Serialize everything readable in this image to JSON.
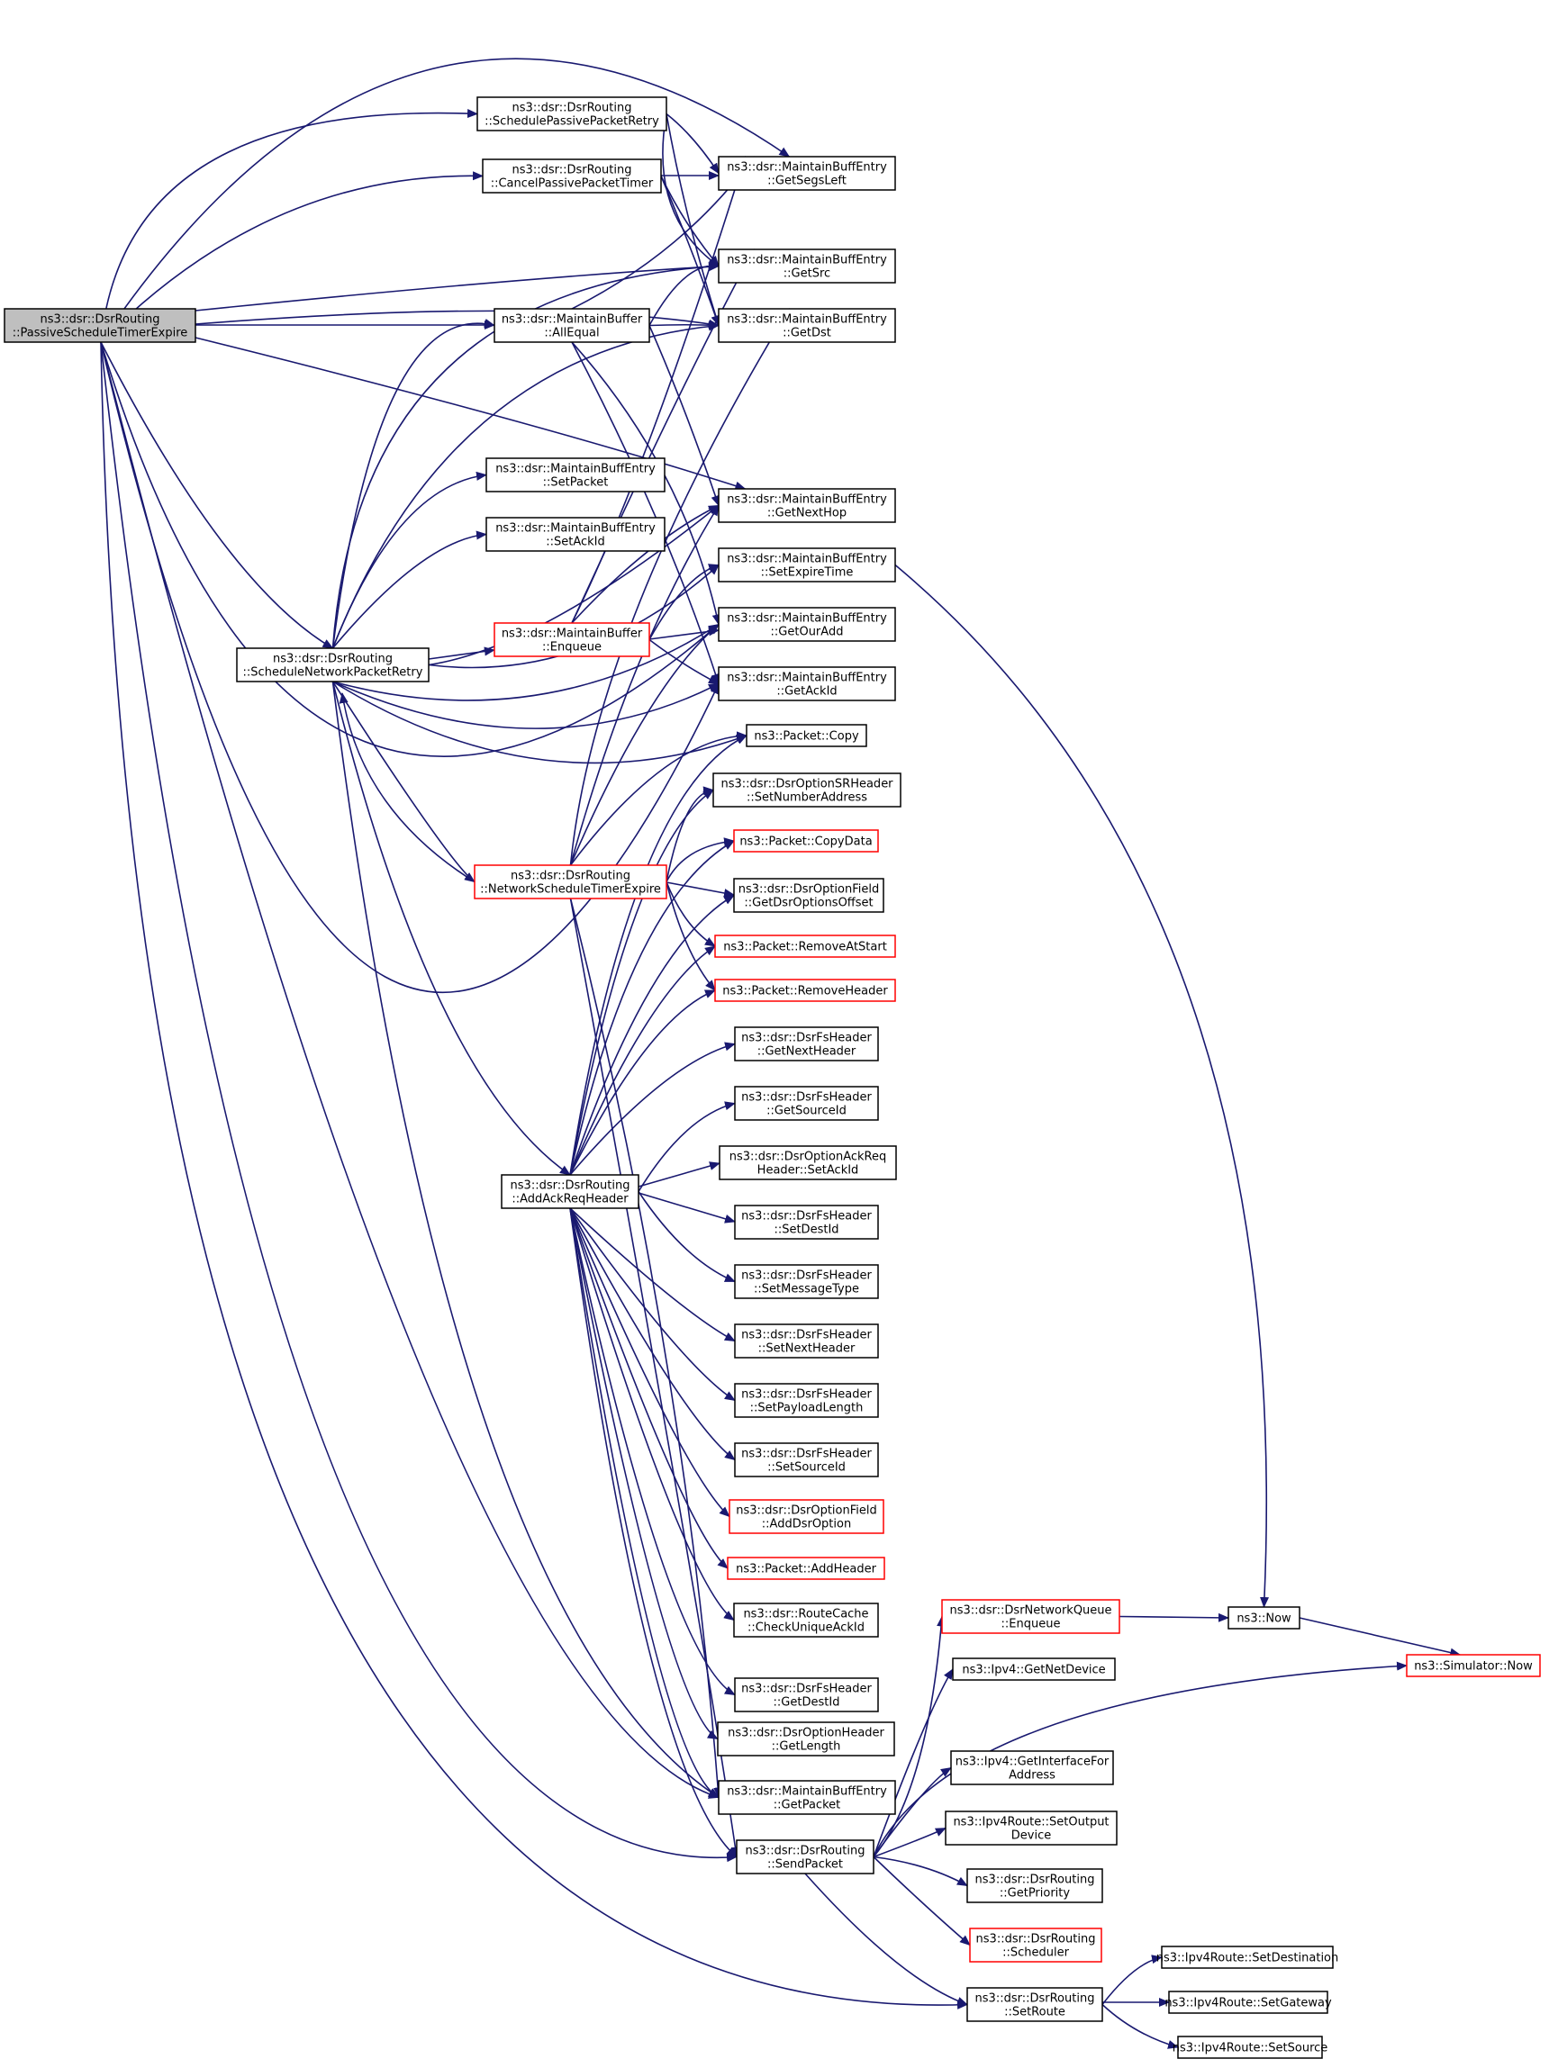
{
  "colors": {
    "edge": "#191970",
    "border": "#000000",
    "border_truncated": "#ff0000",
    "root_fill": "#bfbfbf"
  },
  "nodes": [
    {
      "id": "passive",
      "lines": [
        "ns3::dsr::DsrRouting",
        "::PassiveScheduleTimerExpire"
      ],
      "style": "root"
    },
    {
      "id": "schedPassive",
      "lines": [
        "ns3::dsr::DsrRouting",
        "::SchedulePassivePacketRetry"
      ]
    },
    {
      "id": "cancelPassive",
      "lines": [
        "ns3::dsr::DsrRouting",
        "::CancelPassivePacketTimer"
      ]
    },
    {
      "id": "getSegsLeft",
      "lines": [
        "ns3::dsr::MaintainBuffEntry",
        "::GetSegsLeft"
      ]
    },
    {
      "id": "getSrc",
      "lines": [
        "ns3::dsr::MaintainBuffEntry",
        "::GetSrc"
      ]
    },
    {
      "id": "allEqual",
      "lines": [
        "ns3::dsr::MaintainBuffer",
        "::AllEqual"
      ]
    },
    {
      "id": "getDst",
      "lines": [
        "ns3::dsr::MaintainBuffEntry",
        "::GetDst"
      ]
    },
    {
      "id": "setPacket",
      "lines": [
        "ns3::dsr::MaintainBuffEntry",
        "::SetPacket"
      ]
    },
    {
      "id": "getNextHop",
      "lines": [
        "ns3::dsr::MaintainBuffEntry",
        "::GetNextHop"
      ]
    },
    {
      "id": "setAckIdE",
      "lines": [
        "ns3::dsr::MaintainBuffEntry",
        "::SetAckId"
      ]
    },
    {
      "id": "setExpire",
      "lines": [
        "ns3::dsr::MaintainBuffEntry",
        "::SetExpireTime"
      ]
    },
    {
      "id": "enqueue",
      "lines": [
        "ns3::dsr::MaintainBuffer",
        "::Enqueue"
      ],
      "style": "red"
    },
    {
      "id": "getOurAdd",
      "lines": [
        "ns3::dsr::MaintainBuffEntry",
        "::GetOurAdd"
      ]
    },
    {
      "id": "schedNet",
      "lines": [
        "ns3::dsr::DsrRouting",
        "::ScheduleNetworkPacketRetry"
      ]
    },
    {
      "id": "getAckId",
      "lines": [
        "ns3::dsr::MaintainBuffEntry",
        "::GetAckId"
      ]
    },
    {
      "id": "copy",
      "lines": [
        "ns3::Packet::Copy"
      ]
    },
    {
      "id": "setNumAddr",
      "lines": [
        "ns3::dsr::DsrOptionSRHeader",
        "::SetNumberAddress"
      ]
    },
    {
      "id": "copyData",
      "lines": [
        "ns3::Packet::CopyData"
      ],
      "style": "red"
    },
    {
      "id": "netSched",
      "lines": [
        "ns3::dsr::DsrRouting",
        "::NetworkScheduleTimerExpire"
      ],
      "style": "red"
    },
    {
      "id": "getDsrOff",
      "lines": [
        "ns3::dsr::DsrOptionField",
        "::GetDsrOptionsOffset"
      ]
    },
    {
      "id": "removeAtStart",
      "lines": [
        "ns3::Packet::RemoveAtStart"
      ],
      "style": "red"
    },
    {
      "id": "removeHeader",
      "lines": [
        "ns3::Packet::RemoveHeader"
      ],
      "style": "red"
    },
    {
      "id": "getNextHeader",
      "lines": [
        "ns3::dsr::DsrFsHeader",
        "::GetNextHeader"
      ]
    },
    {
      "id": "getSourceId",
      "lines": [
        "ns3::dsr::DsrFsHeader",
        "::GetSourceId"
      ]
    },
    {
      "id": "addAckReq",
      "lines": [
        "ns3::dsr::DsrRouting",
        "::AddAckReqHeader"
      ]
    },
    {
      "id": "setAckIdReq",
      "lines": [
        "ns3::dsr::DsrOptionAckReq",
        "Header::SetAckId"
      ]
    },
    {
      "id": "setDestId",
      "lines": [
        "ns3::dsr::DsrFsHeader",
        "::SetDestId"
      ]
    },
    {
      "id": "setMsgType",
      "lines": [
        "ns3::dsr::DsrFsHeader",
        "::SetMessageType"
      ]
    },
    {
      "id": "setNextHeader",
      "lines": [
        "ns3::dsr::DsrFsHeader",
        "::SetNextHeader"
      ]
    },
    {
      "id": "setPayload",
      "lines": [
        "ns3::dsr::DsrFsHeader",
        "::SetPayloadLength"
      ]
    },
    {
      "id": "setSourceId",
      "lines": [
        "ns3::dsr::DsrFsHeader",
        "::SetSourceId"
      ]
    },
    {
      "id": "addDsrOpt",
      "lines": [
        "ns3::dsr::DsrOptionField",
        "::AddDsrOption"
      ],
      "style": "red"
    },
    {
      "id": "addHeader",
      "lines": [
        "ns3::Packet::AddHeader"
      ],
      "style": "red"
    },
    {
      "id": "netQEnq",
      "lines": [
        "ns3::dsr::DsrNetworkQueue",
        "::Enqueue"
      ],
      "style": "red"
    },
    {
      "id": "now",
      "lines": [
        "ns3::Now"
      ]
    },
    {
      "id": "checkAck",
      "lines": [
        "ns3::dsr::RouteCache",
        "::CheckUniqueAckId"
      ]
    },
    {
      "id": "simNow",
      "lines": [
        "ns3::Simulator::Now"
      ],
      "style": "red"
    },
    {
      "id": "getNetDev",
      "lines": [
        "ns3::Ipv4::GetNetDevice"
      ]
    },
    {
      "id": "getDestId",
      "lines": [
        "ns3::dsr::DsrFsHeader",
        "::GetDestId"
      ]
    },
    {
      "id": "getLength",
      "lines": [
        "ns3::dsr::DsrOptionHeader",
        "::GetLength"
      ]
    },
    {
      "id": "getIfAddr",
      "lines": [
        "ns3::Ipv4::GetInterfaceFor",
        "Address"
      ]
    },
    {
      "id": "getPacket",
      "lines": [
        "ns3::dsr::MaintainBuffEntry",
        "::GetPacket"
      ]
    },
    {
      "id": "setOutDev",
      "lines": [
        "ns3::Ipv4Route::SetOutput",
        "Device"
      ]
    },
    {
      "id": "sendPacket",
      "lines": [
        "ns3::dsr::DsrRouting",
        "::SendPacket"
      ]
    },
    {
      "id": "getPriority",
      "lines": [
        "ns3::dsr::DsrRouting",
        "::GetPriority"
      ]
    },
    {
      "id": "scheduler",
      "lines": [
        "ns3::dsr::DsrRouting",
        "::Scheduler"
      ],
      "style": "red"
    },
    {
      "id": "setDest",
      "lines": [
        "ns3::Ipv4Route::SetDestination"
      ]
    },
    {
      "id": "setRoute",
      "lines": [
        "ns3::dsr::DsrRouting",
        "::SetRoute"
      ]
    },
    {
      "id": "setGateway",
      "lines": [
        "ns3::Ipv4Route::SetGateway"
      ]
    },
    {
      "id": "setSource",
      "lines": [
        "ns3::Ipv4Route::SetSource"
      ]
    }
  ]
}
